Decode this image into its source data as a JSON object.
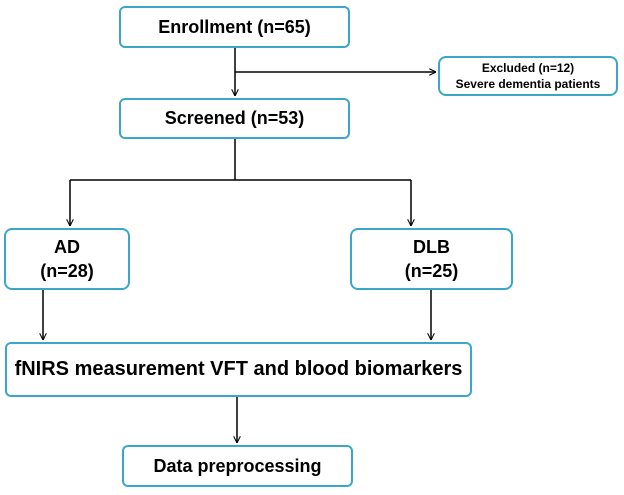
{
  "nodes": {
    "enrollment": "Enrollment (n=65)",
    "excluded_line1": "Excluded (n=12)",
    "excluded_line2": "Severe dementia patients",
    "screened": "Screened (n=53)",
    "ad_line1": "AD",
    "ad_line2": "(n=28)",
    "dlb_line1": "DLB",
    "dlb_line2": "(n=25)",
    "measurement": "fNIRS measurement VFT and blood biomarkers",
    "preprocessing": "Data preprocessing"
  },
  "colors": {
    "box_border": "#3aa7c9",
    "connector": "#000000",
    "background": "#ffffff"
  }
}
